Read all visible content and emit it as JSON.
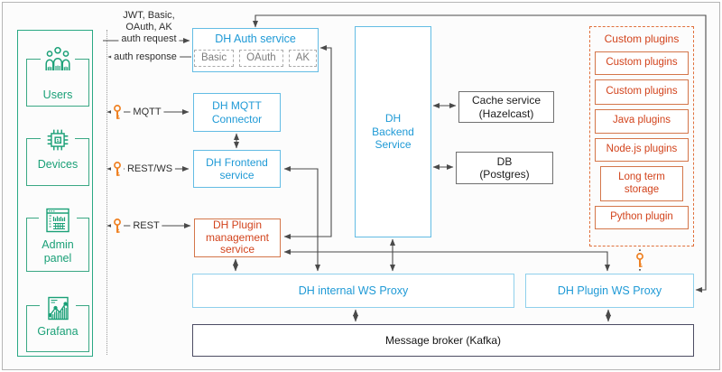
{
  "colors": {
    "green": "#1aa077",
    "blue_text": "#1f9ad6",
    "blue_border": "#63bce4",
    "orange_text": "#d2431c",
    "orange_border": "#d4764a",
    "key_orange": "#ef8123",
    "wire": "#4a4a4a"
  },
  "actors": [
    {
      "label": "Users"
    },
    {
      "label": "Devices"
    },
    {
      "label": "Admin panel"
    },
    {
      "label": "Grafana"
    }
  ],
  "edge_labels": {
    "request_l1": "JWT, Basic,",
    "request_l2": "OAuth, AK",
    "request_l3": "auth request",
    "response": "auth response",
    "mqtt": "MQTT",
    "rest_ws": "REST/WS",
    "rest": "REST"
  },
  "auth": {
    "title": "DH Auth service",
    "methods": [
      "Basic",
      "OAuth",
      "AK"
    ]
  },
  "mqtt_connector": {
    "l1": "DH MQTT",
    "l2": "Connector"
  },
  "frontend": {
    "l1": "DH Frontend",
    "l2": "service"
  },
  "plugin_mgmt": {
    "l1": "DH Plugin",
    "l2": "management",
    "l3": "service"
  },
  "backend": {
    "l1": "DH",
    "l2": "Backend",
    "l3": "Service"
  },
  "cache": {
    "l1": "Cache service",
    "l2": "(Hazelcast)"
  },
  "db": {
    "l1": "DB",
    "l2": "(Postgres)"
  },
  "plugins": {
    "title": "Custom plugins",
    "items": [
      "Custom plugins",
      "Custom plugins",
      "Java plugins",
      "Node.js plugins",
      "Long term storage",
      "Python plugin"
    ]
  },
  "proxies": {
    "internal": "DH internal WS Proxy",
    "plugin": "DH Plugin WS Proxy"
  },
  "kafka": {
    "label": "Message broker (Kafka)"
  }
}
